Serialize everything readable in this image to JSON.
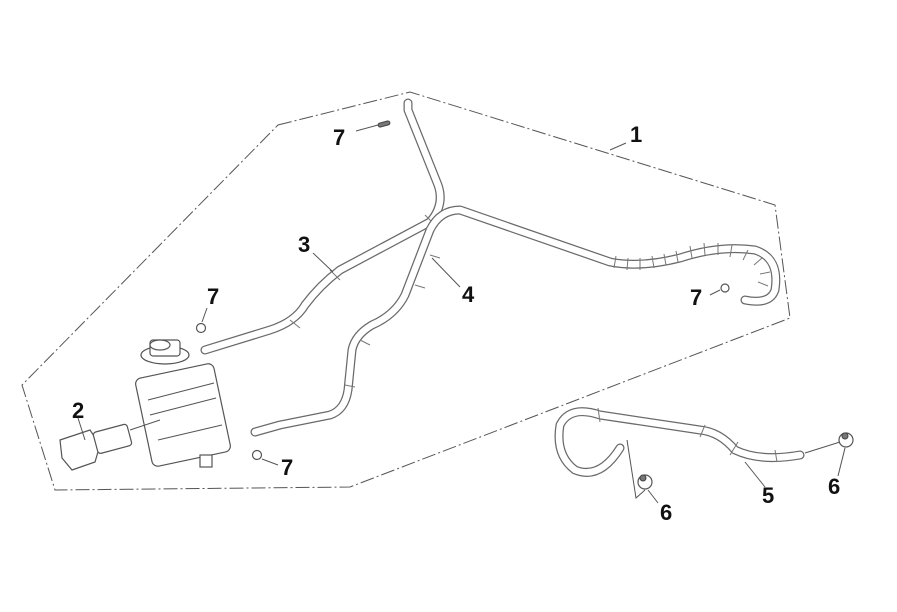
{
  "diagram": {
    "title": "Canister / Evaporative Hose Assembly",
    "callouts": [
      {
        "id": "c1",
        "label": "1",
        "part": "assembly-outline"
      },
      {
        "id": "c2",
        "label": "2",
        "part": "bracket"
      },
      {
        "id": "c3",
        "label": "3",
        "part": "hose-upper"
      },
      {
        "id": "c4",
        "label": "4",
        "part": "hose-lower"
      },
      {
        "id": "c5",
        "label": "5",
        "part": "hose-separate"
      },
      {
        "id": "c6a",
        "label": "6",
        "part": "clamp-left"
      },
      {
        "id": "c6b",
        "label": "6",
        "part": "clamp-right"
      },
      {
        "id": "c7a",
        "label": "7",
        "part": "clip-top"
      },
      {
        "id": "c7b",
        "label": "7",
        "part": "clip-canister-top"
      },
      {
        "id": "c7c",
        "label": "7",
        "part": "clip-canister-bottom"
      },
      {
        "id": "c7d",
        "label": "7",
        "part": "clip-right"
      }
    ]
  }
}
